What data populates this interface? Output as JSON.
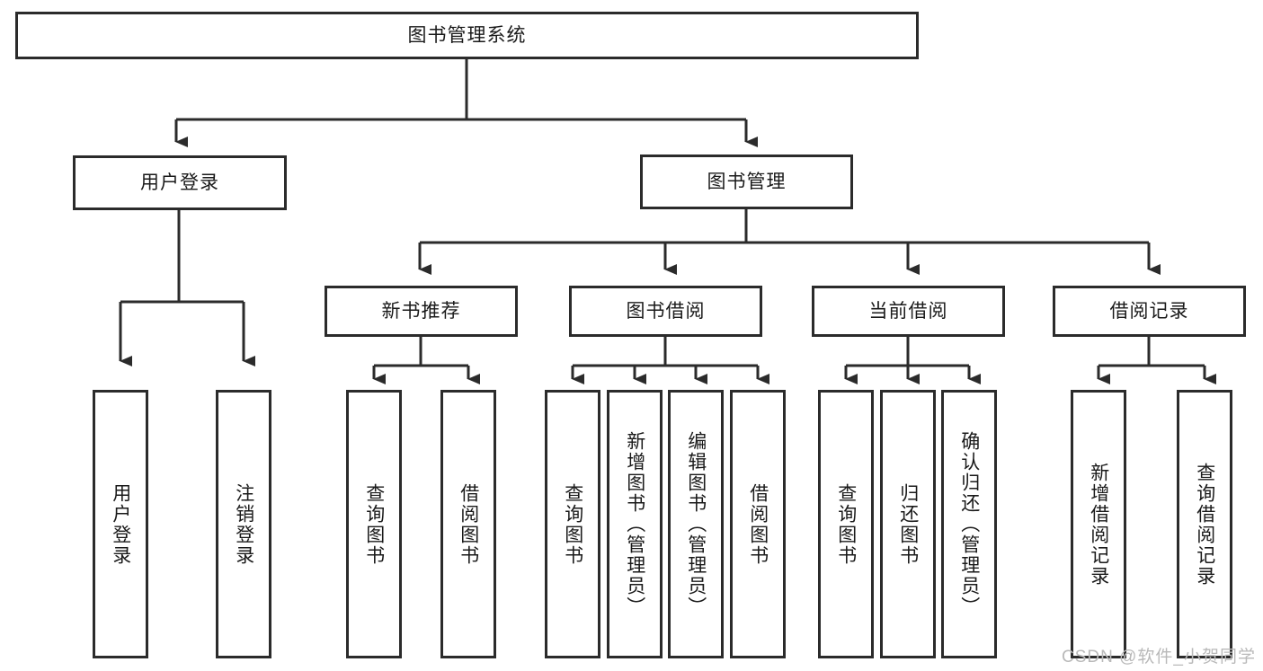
{
  "diagram": {
    "title": "图书管理系统",
    "type": "tree",
    "background_color": "#ffffff",
    "stroke_color": "#2b2b2b",
    "text_color": "#1a1a1a"
  },
  "root": {
    "label": "图书管理系统"
  },
  "level2": [
    {
      "id": "user-login",
      "label": "用户登录"
    },
    {
      "id": "book-management",
      "label": "图书管理"
    }
  ],
  "level3": [
    {
      "id": "new-book-recommend",
      "label": "新书推荐"
    },
    {
      "id": "book-borrow",
      "label": "图书借阅"
    },
    {
      "id": "current-borrow",
      "label": "当前借阅"
    },
    {
      "id": "borrow-record",
      "label": "借阅记录"
    }
  ],
  "leaves": {
    "user_login": [
      {
        "id": "leaf-user-login",
        "label": "用户登录"
      },
      {
        "id": "leaf-user-logout",
        "label": "注销登录"
      }
    ],
    "new_book_recommend": [
      {
        "id": "leaf-query-book-1",
        "label": "查询图书"
      },
      {
        "id": "leaf-borrow-book-1",
        "label": "借阅图书"
      }
    ],
    "book_borrow": [
      {
        "id": "leaf-query-book-2",
        "label": "查询图书"
      },
      {
        "id": "leaf-add-book",
        "label": "新增图书（管理员）"
      },
      {
        "id": "leaf-edit-book",
        "label": "编辑图书（管理员）"
      },
      {
        "id": "leaf-borrow-book-2",
        "label": "借阅图书"
      }
    ],
    "current_borrow": [
      {
        "id": "leaf-query-book-3",
        "label": "查询图书"
      },
      {
        "id": "leaf-return-book",
        "label": "归还图书"
      },
      {
        "id": "leaf-confirm-return",
        "label": "确认归还（管理员）"
      }
    ],
    "borrow_record": [
      {
        "id": "leaf-add-record",
        "label": "新增借阅记录"
      },
      {
        "id": "leaf-query-record",
        "label": "查询借阅记录"
      }
    ]
  },
  "watermark": {
    "text": "CSDN @软件_小贺同学"
  }
}
